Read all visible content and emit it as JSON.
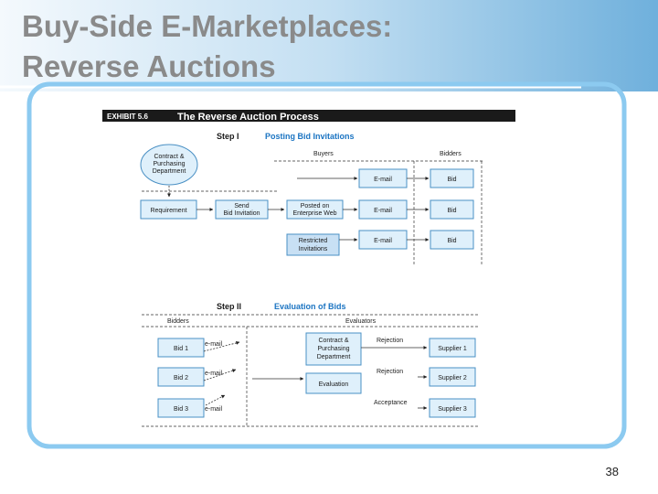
{
  "slide": {
    "title_line_1": "Buy-Side E-Marketplaces:",
    "title_line_2": "Reverse Auctions",
    "page_number": "38"
  },
  "exhibit": {
    "label": "EXHIBIT 5.6",
    "title": "The Reverse Auction Process"
  },
  "step1": {
    "step_label": "Step I",
    "title": "Posting Bid Invitations",
    "buyers_label": "Buyers",
    "bidders_label": "Bidders",
    "contract_dept": [
      "Contract &",
      "Purchasing",
      "Department"
    ],
    "requirement": "Requirement",
    "send_bid": [
      "Send",
      "Bid Invitation"
    ],
    "posted_web": [
      "Posted on",
      "Enterprise Web"
    ],
    "restricted": [
      "Restricted",
      "Invitations"
    ],
    "email_boxes": [
      "E-mail",
      "E-mail",
      "E-mail"
    ],
    "bid_boxes": [
      "Bid",
      "Bid",
      "Bid"
    ]
  },
  "step2": {
    "step_label": "Step II",
    "title": "Evaluation of Bids",
    "bidders_label": "Bidders",
    "evaluators_label": "Evaluators",
    "bid_boxes": [
      "Bid 1",
      "Bid 2",
      "Bid 3"
    ],
    "email_labels": [
      "e-mail",
      "e-mail",
      "e-mail"
    ],
    "contract_dept": [
      "Contract &",
      "Purchasing",
      "Department"
    ],
    "evaluation": "Evaluation",
    "rejection_1": "Rejection",
    "rejection_2": "Rejection",
    "acceptance": "Acceptance",
    "suppliers": [
      "Supplier 1",
      "Supplier 2",
      "Supplier 3"
    ]
  },
  "colors": {
    "title_band_light": "#eef6fc",
    "title_band_dark": "#73b3dd",
    "frame_blue": "#8ccaf0",
    "box_fill": "#dff0fb",
    "box_stroke": "#4a90c4",
    "restricted_fill": "#c8e0f4",
    "exhibit_bar": "#1a1a1a",
    "step_title": "#1b74c2"
  }
}
